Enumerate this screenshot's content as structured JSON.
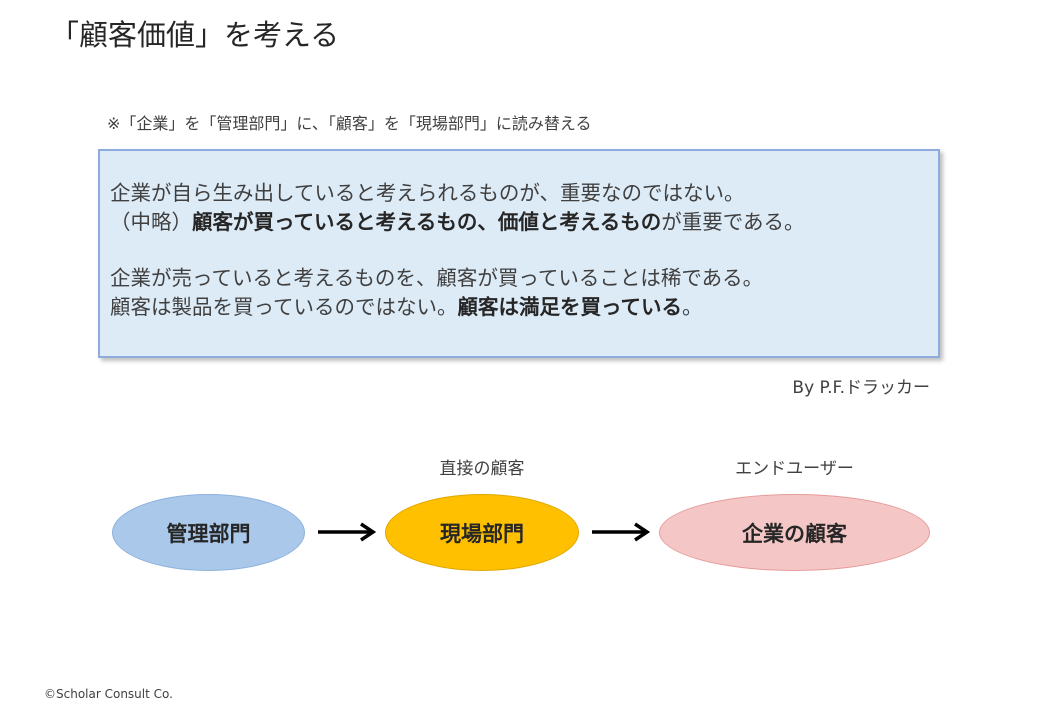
{
  "title": "「顧客価値」を考える",
  "note": "※「企業」を「管理部門」に、「顧客」を「現場部門」に読み替える",
  "quote": {
    "line1": "企業が自ら生み出していると考えられるものが、重要なのではない。",
    "line2_pre": "（中略）",
    "line2_bold": "顧客が買っていると考えるもの、価値と考えるもの",
    "line2_post": "が重要である。",
    "line3": "企業が売っていると考えるものを、顧客が買っていることは稀である。",
    "line4_pre": "顧客は製品を買っているのではない。",
    "line4_bold": "顧客は満足を買っている",
    "line4_post": "。"
  },
  "attribution": "By P.F.ドラッカー",
  "flow": {
    "caption_middle": "直接の顧客",
    "caption_right": "エンドユーザー",
    "node1": "管理部門",
    "node2": "現場部門",
    "node3": "企業の顧客",
    "colors": {
      "node1": "#a9c8ea",
      "node2": "#ffc000",
      "node3": "#f4c7c6"
    }
  },
  "footer": "©Scholar Consult Co."
}
